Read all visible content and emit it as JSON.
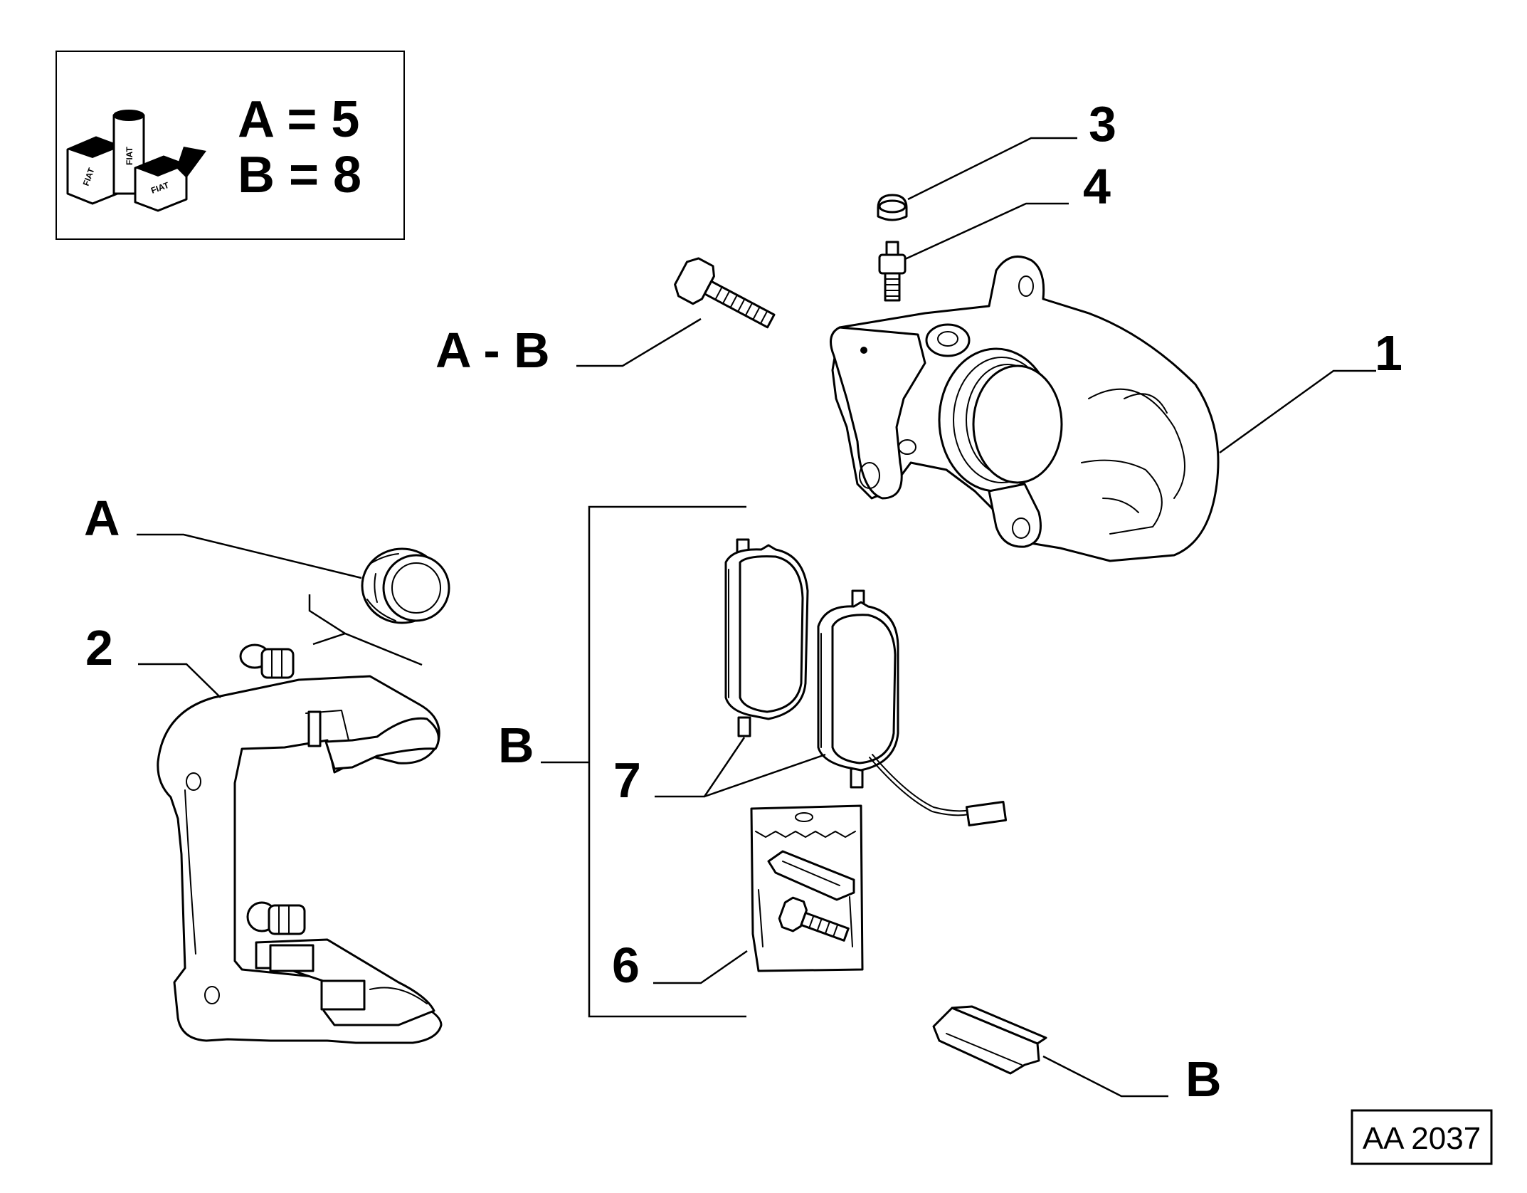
{
  "kit_box": {
    "logo_text": "FIAT",
    "line_a": "A = 5",
    "line_b": "B = 8"
  },
  "callouts": {
    "c1": "1",
    "c2": "2",
    "c3": "3",
    "c4": "4",
    "c6": "6",
    "c7": "7",
    "c_ab": "A - B",
    "c_a": "A",
    "c_b_bracket": "B",
    "c_b_clip": "B"
  },
  "reference": "AA 2037",
  "colors": {
    "line": "#000000",
    "background": "#ffffff"
  }
}
